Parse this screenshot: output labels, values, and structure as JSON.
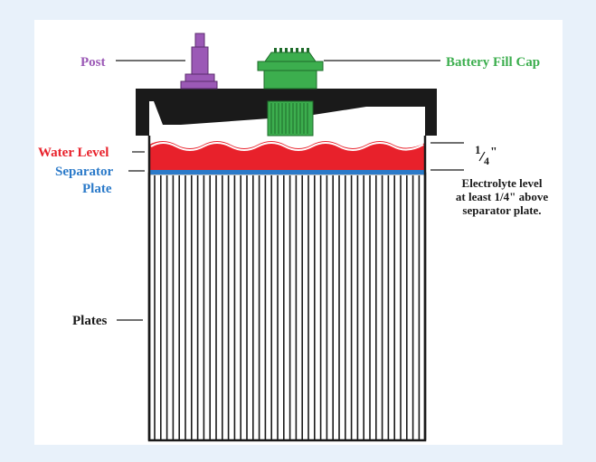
{
  "colors": {
    "background": "#e8f1fa",
    "panel": "#ffffff",
    "outline": "#1a1a1a",
    "post": "#9b59b6",
    "cap": "#3cae4e",
    "water": "#e8212b",
    "separator": "#2b7ac9",
    "plates_fill": "#ffffff"
  },
  "labels": {
    "post": "Post",
    "fill_cap": "Battery Fill Cap",
    "water_level": "Water Level",
    "separator_line1": "Separator",
    "separator_line2": "Plate",
    "plates": "Plates",
    "quarter_num": "1",
    "quarter_den": "4",
    "quarter_mark": "\"",
    "note_line1": "Electrolyte level",
    "note_line2": "at least 1/4\" above",
    "note_line3": "separator plate."
  },
  "icons": {
    "post": "battery-post-icon",
    "cap": "battery-fill-cap-icon"
  }
}
